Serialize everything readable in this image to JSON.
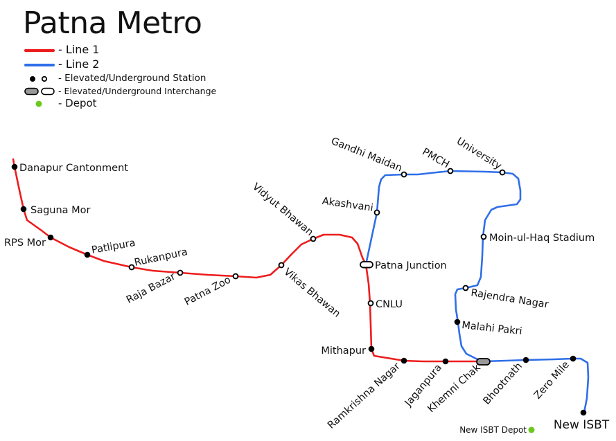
{
  "title": "Patna Metro",
  "legend": {
    "items": [
      {
        "symbol": "line-red",
        "label": "- Line 1"
      },
      {
        "symbol": "line-blue",
        "label": "- Line 2"
      },
      {
        "symbol": "station-dots",
        "label": "- Elevated/Underground Station"
      },
      {
        "symbol": "interchange-pills",
        "label": "- Elevated/Underground Interchange"
      },
      {
        "symbol": "depot-dot",
        "label": "- Depot"
      }
    ]
  },
  "colors": {
    "line1": "#ee1c1c",
    "line2": "#2f6fe8",
    "station_fill": "#000000",
    "interchange_elevated_fill": "#999999",
    "depot": "#6cc81e"
  },
  "lines": [
    {
      "id": "line1",
      "name": "Line 1",
      "color": "#ee1c1c"
    },
    {
      "id": "line2",
      "name": "Line 2",
      "color": "#2f6fe8"
    }
  ],
  "stations": {
    "danapur_cantonment": {
      "label": "Danapur Cantonment",
      "type": "elevated",
      "line": "Line 1"
    },
    "saguna_mor": {
      "label": "Saguna Mor",
      "type": "elevated",
      "line": "Line 1"
    },
    "rps_mor": {
      "label": "RPS Mor",
      "type": "elevated",
      "line": "Line 1"
    },
    "patlipura": {
      "label": "Patlipura",
      "type": "elevated",
      "line": "Line 1"
    },
    "rukanpura": {
      "label": "Rukanpura",
      "type": "underground",
      "line": "Line 1"
    },
    "raja_bazar": {
      "label": "Raja Bazar",
      "type": "underground",
      "line": "Line 1"
    },
    "patna_zoo": {
      "label": "Patna Zoo",
      "type": "underground",
      "line": "Line 1"
    },
    "vikas_bhawan": {
      "label": "Vikas Bhawan",
      "type": "underground",
      "line": "Line 1"
    },
    "vidyut_bhawan": {
      "label": "Vidyut Bhawan",
      "type": "underground",
      "line": "Line 1"
    },
    "patna_junction": {
      "label": "Patna Junction",
      "type": "underground-interchange",
      "line": "Line 1 / Line 2"
    },
    "cnlu": {
      "label": "CNLU",
      "type": "underground",
      "line": "Line 1"
    },
    "mithapur": {
      "label": "Mithapur",
      "type": "elevated",
      "line": "Line 1"
    },
    "ramkrishna_nagar": {
      "label": "Ramkrishna Nagar",
      "type": "elevated",
      "line": "Line 1"
    },
    "jaganpura": {
      "label": "Jaganpura",
      "type": "elevated",
      "line": "Line 1"
    },
    "khemni_chak": {
      "label": "Khemni Chak",
      "type": "elevated-interchange",
      "line": "Line 1 / Line 2"
    },
    "akashvani": {
      "label": "Akashvani",
      "type": "underground",
      "line": "Line 2"
    },
    "gandhi_maidan": {
      "label": "Gandhi Maidan",
      "type": "underground",
      "line": "Line 2"
    },
    "pmch": {
      "label": "PMCH",
      "type": "underground",
      "line": "Line 2"
    },
    "university": {
      "label": "University",
      "type": "underground",
      "line": "Line 2"
    },
    "moin_ul_haq_stadium": {
      "label": "Moin-ul-Haq Stadium",
      "type": "underground",
      "line": "Line 2"
    },
    "rajendra_nagar": {
      "label": "Rajendra Nagar",
      "type": "underground",
      "line": "Line 2"
    },
    "malahi_pakri": {
      "label": "Malahi Pakri",
      "type": "elevated",
      "line": "Line 2"
    },
    "bhootnath": {
      "label": "Bhootnath",
      "type": "elevated",
      "line": "Line 2"
    },
    "zero_mile": {
      "label": "Zero Mile",
      "type": "elevated",
      "line": "Line 2"
    },
    "new_isbt": {
      "label": "New ISBT",
      "type": "elevated",
      "line": "Line 2"
    }
  },
  "depots": {
    "new_isbt_depot": {
      "label": "New ISBT Depot"
    }
  }
}
